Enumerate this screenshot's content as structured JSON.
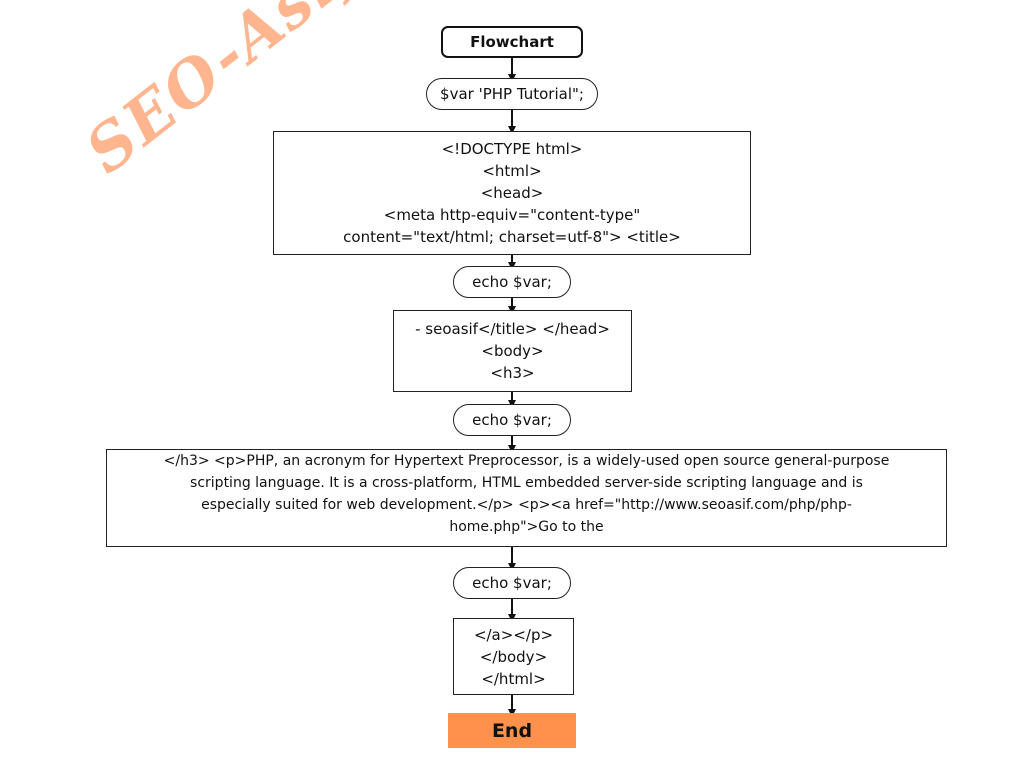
{
  "watermark": "SEO-Asif",
  "colors": {
    "end_fill": "#ff914d",
    "watermark": "#ffb38a"
  },
  "flowchart": {
    "title": "Flowchart",
    "assign_var": "$var 'PHP Tutorial\";",
    "block1": [
      "<!DOCTYPE html>",
      "<html>",
      "<head>",
      "<meta http-equiv=\"content-type\"",
      "content=\"text/html; charset=utf-8\"> <title>"
    ],
    "echo1": "echo $var;",
    "block2": [
      "- seoasif</title> </head>",
      "<body>",
      "<h3>"
    ],
    "echo2": "echo $var;",
    "block3": [
      "</h3> <p>PHP, an acronym for Hypertext Preprocessor, is a widely-used open source general-purpose",
      "scripting language. It is a cross-platform, HTML embedded server-side scripting language and is",
      "especially suited for web development.</p> <p><a href=\"http://www.seoasif.com/php/php-",
      "home.php\">Go to the"
    ],
    "echo3": "echo $var;",
    "block4": [
      "</a></p>",
      "</body>",
      "</html>"
    ],
    "end": "End"
  }
}
